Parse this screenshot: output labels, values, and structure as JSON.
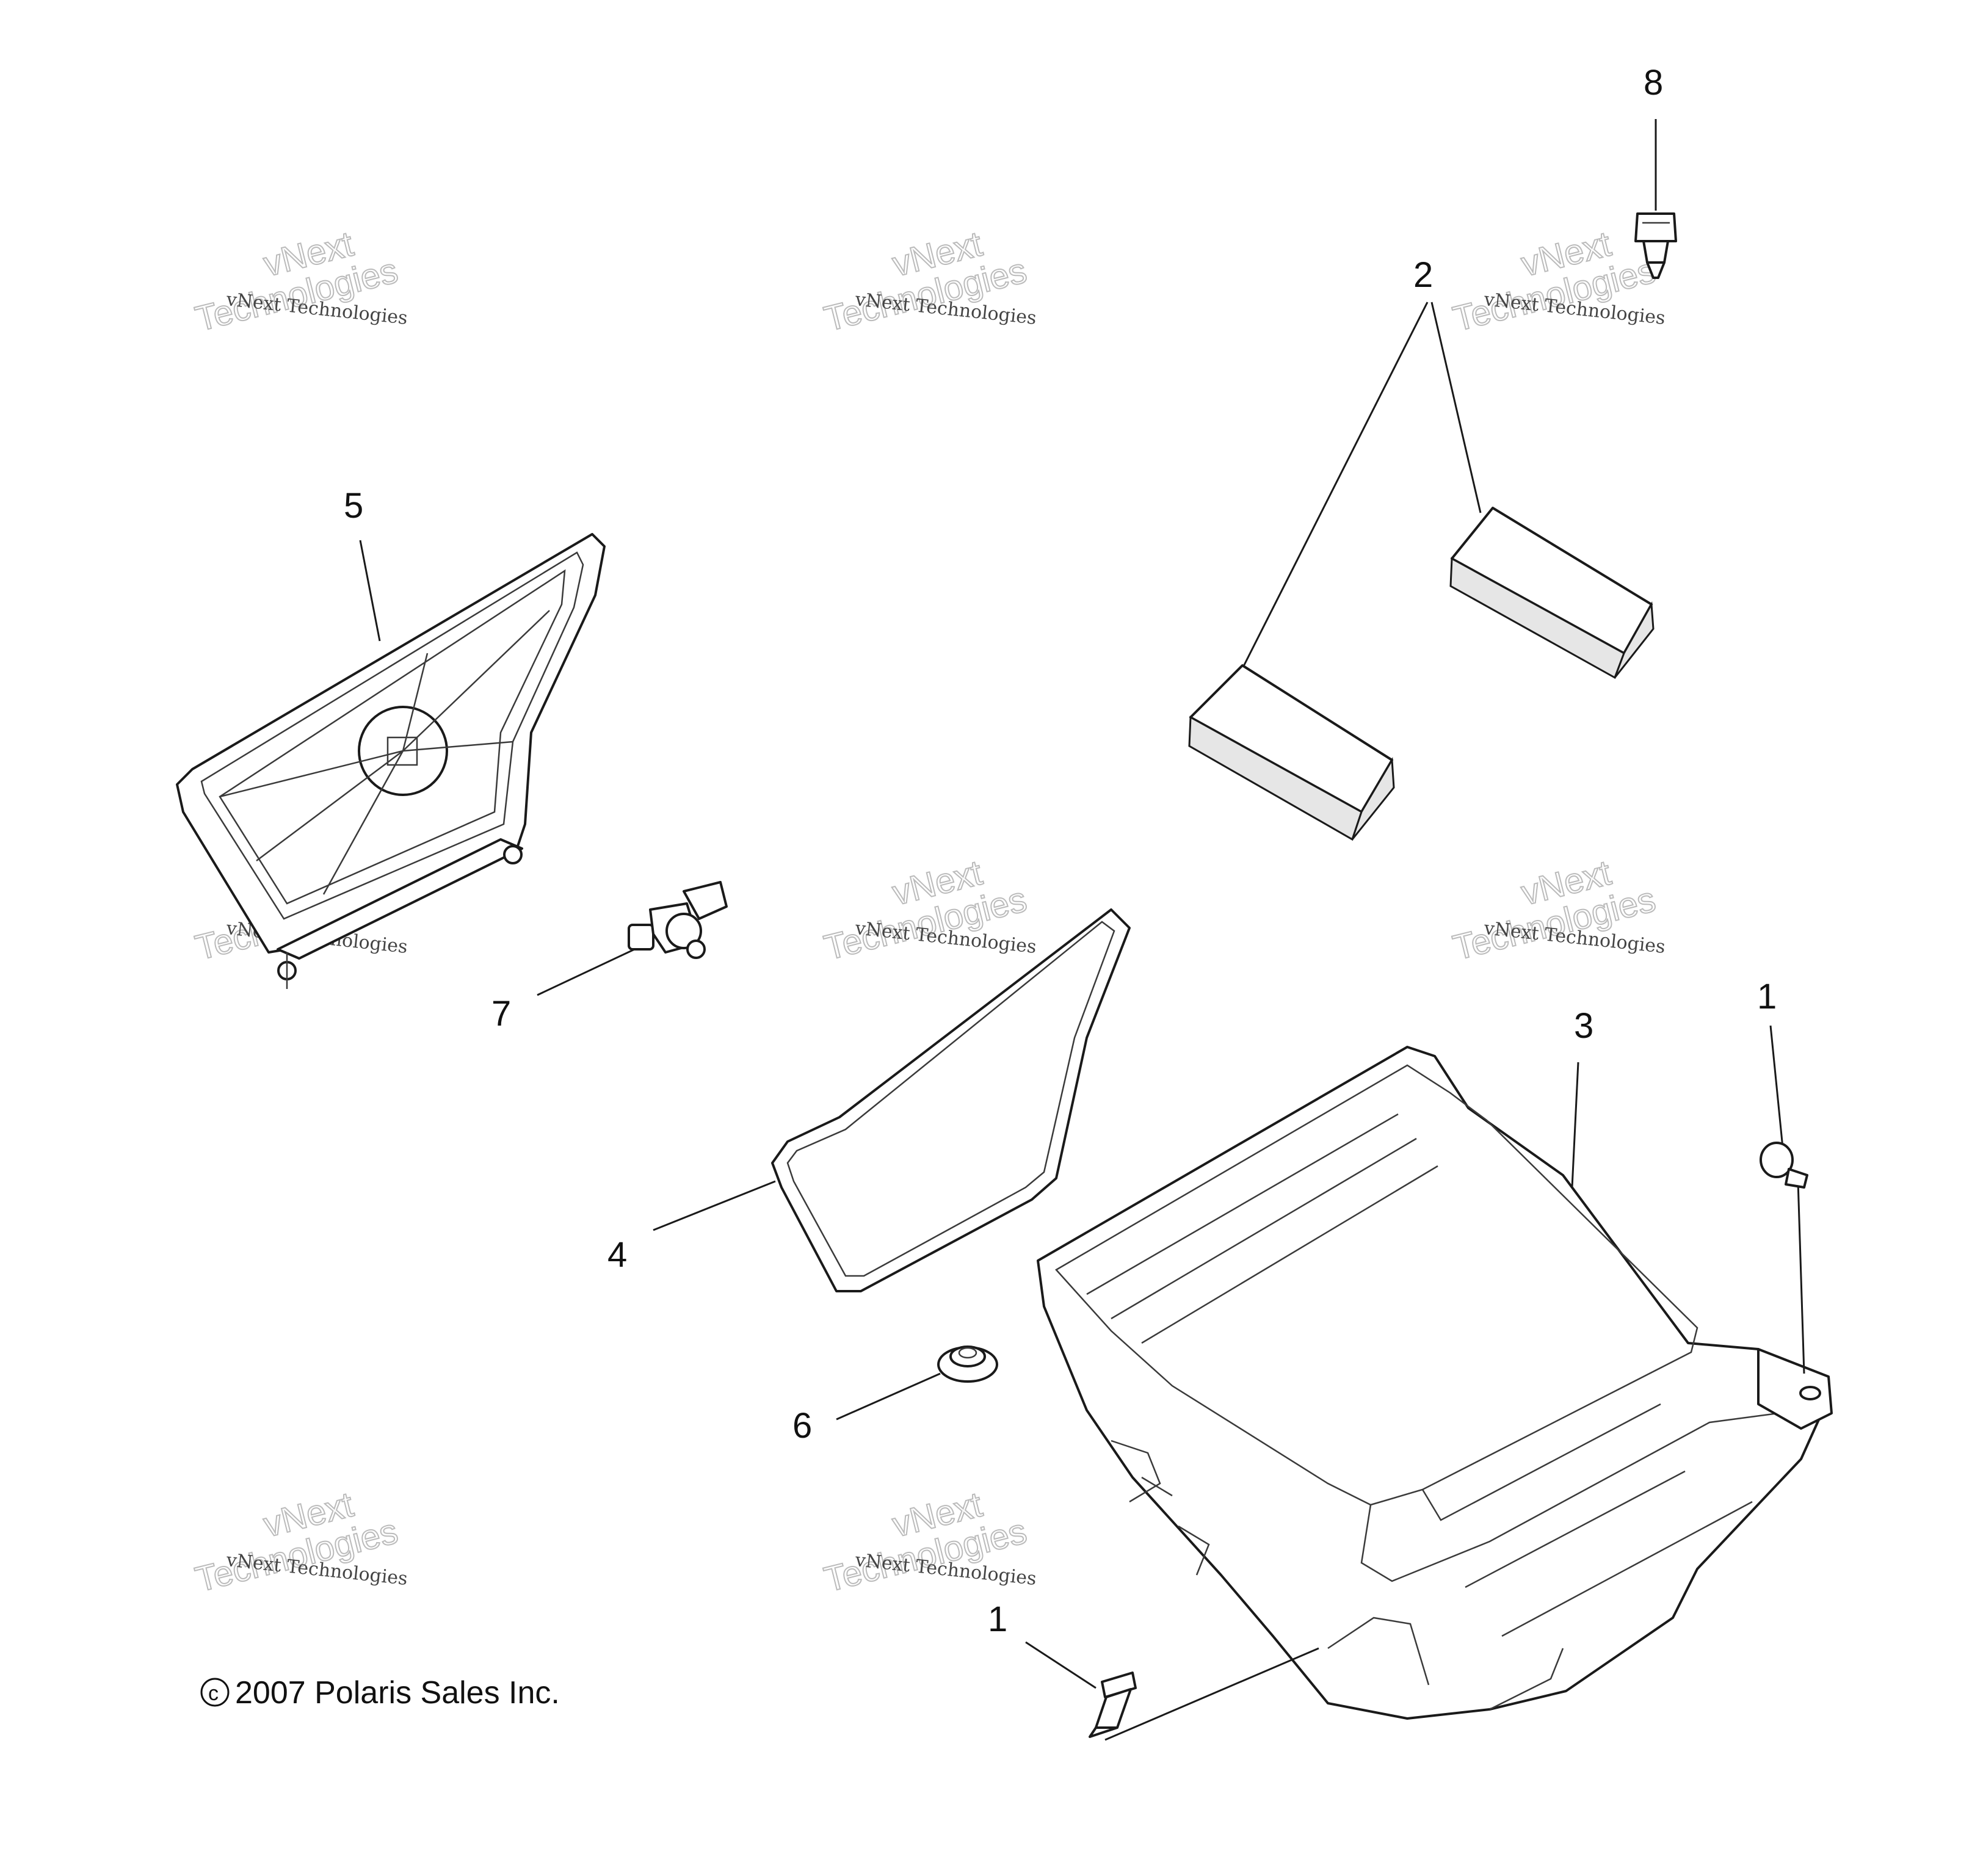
{
  "callouts": {
    "c1_right": "1",
    "c1_bottom": "1",
    "c2": "2",
    "c3": "3",
    "c4": "4",
    "c5": "5",
    "c6": "6",
    "c7": "7",
    "c8": "8"
  },
  "copyright": "2007 Polaris Sales Inc.",
  "copyright_symbol": "c",
  "watermark": {
    "small": "vNext Technologies",
    "big_line1": "vNext",
    "big_line2": "Technologies"
  }
}
